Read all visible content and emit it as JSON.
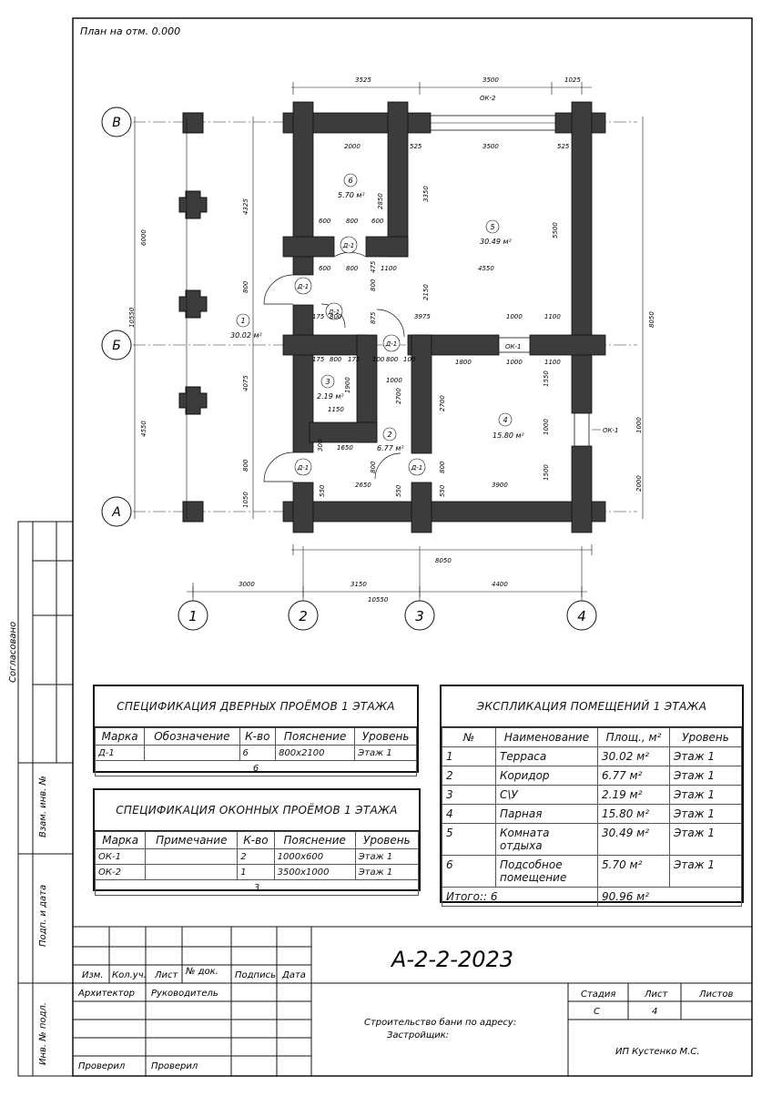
{
  "plan_title": "План на отм. 0.000",
  "sheet_code": "А-2-2-2023",
  "axes": {
    "rows": [
      "В",
      "Б",
      "А"
    ],
    "cols": [
      "1",
      "2",
      "3",
      "4"
    ]
  },
  "dimensions": {
    "top": [
      "3525",
      "3500",
      "1025"
    ],
    "top_window": "ОК-2",
    "bottom_overall": "8050",
    "bottom_axes": [
      "3000",
      "3150",
      "4400"
    ],
    "bottom_total": "10550",
    "left_outer": [
      "6000",
      "10550",
      "4550"
    ],
    "left_inner": [
      "4325",
      "800",
      "4075",
      "800",
      "1050"
    ],
    "right_outer": "8050",
    "right_inner": [
      "1000",
      "2000"
    ],
    "inner": [
      "2000",
      "525",
      "3500",
      "525",
      "2850",
      "3350",
      "5500",
      "600",
      "800",
      "600",
      "475",
      "600",
      "800",
      "1100",
      "4550",
      "800",
      "875",
      "2150",
      "175",
      "800",
      "3975",
      "1000",
      "1100",
      "175",
      "800",
      "175",
      "100",
      "800",
      "100",
      "1800",
      "1000",
      "1100",
      "1900",
      "1000",
      "2700",
      "2700",
      "1550",
      "1000",
      "1150",
      "300",
      "1650",
      "1500",
      "800",
      "800",
      "550",
      "2650",
      "550",
      "550",
      "3900"
    ]
  },
  "rooms": [
    {
      "num": "1",
      "area": "30.02 м²"
    },
    {
      "num": "2",
      "area": "6.77 м²"
    },
    {
      "num": "3",
      "area": "2.19 м²"
    },
    {
      "num": "4",
      "area": "15.80 м²"
    },
    {
      "num": "5",
      "area": "30.49 м²"
    },
    {
      "num": "6",
      "area": "5.70 м²"
    }
  ],
  "door_tag": "Д-1",
  "window_tags": [
    "ОК-1",
    "ОК-1"
  ],
  "door_spec": {
    "title": "СПЕЦИФИКАЦИЯ ДВЕРНЫХ ПРОЁМОВ 1 ЭТАЖА",
    "headers": [
      "Марка",
      "Обозначение",
      "К-во",
      "Пояснение",
      "Уровень"
    ],
    "rows": [
      [
        "Д-1",
        "",
        "6",
        "800х2100",
        "Этаж 1"
      ]
    ],
    "total": "6"
  },
  "window_spec": {
    "title": "СПЕЦИФИКАЦИЯ ОКОННЫХ ПРОЁМОВ 1 ЭТАЖА",
    "headers": [
      "Марка",
      "Примечание",
      "К-во",
      "Пояснение",
      "Уровень"
    ],
    "rows": [
      [
        "ОК-1",
        "",
        "2",
        "1000х600",
        "Этаж 1"
      ],
      [
        "ОК-2",
        "",
        "1",
        "3500х1000",
        "Этаж 1"
      ]
    ],
    "total": "3"
  },
  "explication": {
    "title": "ЭКСПЛИКАЦИЯ ПОМЕЩЕНИЙ 1 ЭТАЖА",
    "headers": [
      "№",
      "Наименование",
      "Площ., м²",
      "Уровень"
    ],
    "rows": [
      [
        "1",
        "Терраса",
        "30.02 м²",
        "Этаж 1"
      ],
      [
        "2",
        "Коридор",
        "6.77 м²",
        "Этаж 1"
      ],
      [
        "3",
        "С\\У",
        "2.19 м²",
        "Этаж 1"
      ],
      [
        "4",
        "Парная",
        "15.80 м²",
        "Этаж 1"
      ],
      [
        "5",
        "Комната отдыха",
        "30.49 м²",
        "Этаж 1"
      ],
      [
        "6",
        "Подсобное помещение",
        "5.70 м²",
        "Этаж 1"
      ]
    ],
    "total_label": "Итого:: 6",
    "total_area": "90.96 м²"
  },
  "side_labels": [
    "Согласовано",
    "Взам. инв. №",
    "Подп. и дата",
    "Инв. № подл."
  ],
  "title_block": {
    "revision_headers": [
      "Изм.",
      "Кол.уч.",
      "Лист",
      "№ док.",
      "Подпись",
      "Дата"
    ],
    "roles": [
      [
        "Архитектор",
        "Руководитель"
      ],
      [
        "Проверил",
        "Проверил"
      ]
    ],
    "description": [
      "Строительство бани по адресу:",
      "Застройщик:"
    ],
    "stage_headers": [
      "Стадия",
      "Лист",
      "Листов"
    ],
    "stage_values": [
      "С",
      "4",
      ""
    ],
    "organization": "ИП Кустенко М.С."
  }
}
